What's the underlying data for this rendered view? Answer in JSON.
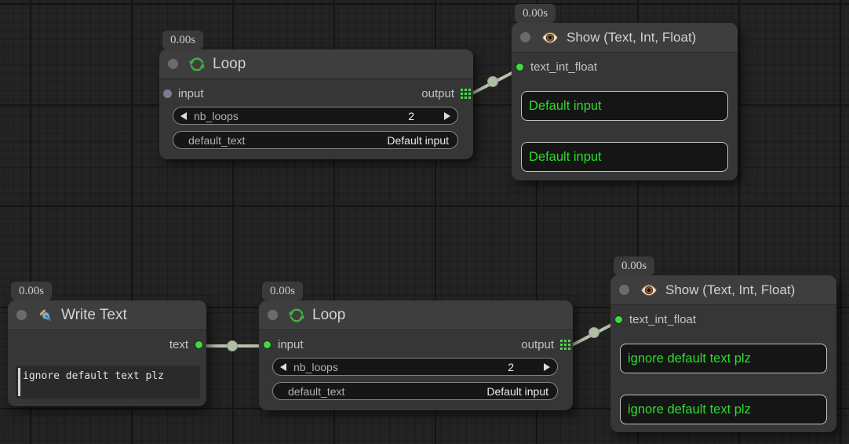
{
  "colors": {
    "canvas_bg": "#232323",
    "node_bg": "#363636",
    "header_bg": "#3e3e3e",
    "link": "#b7c3ae",
    "slot_connected": "#41d941",
    "slot_unconnected": "#7b7b8f",
    "display_text_green": "#2bdc2b"
  },
  "nodes": {
    "loop_top": {
      "timer": "0.00s",
      "title": "Loop",
      "icon": "recycle-icon",
      "input_label": "input",
      "output_label": "output",
      "widgets": {
        "nb_loops": {
          "name": "nb_loops",
          "value": "2"
        },
        "default_text": {
          "name": "default_text",
          "value": "Default input"
        }
      }
    },
    "show_top": {
      "timer": "0.00s",
      "title": "Show (Text, Int, Float)",
      "icon": "eye-icon",
      "input_label": "text_int_float",
      "values": [
        "Default input",
        "Default input"
      ]
    },
    "write_text": {
      "timer": "0.00s",
      "title": "Write Text",
      "icon": "fountain-pen-icon",
      "output_label": "text",
      "text_value": "ignore default text plz"
    },
    "loop_bottom": {
      "timer": "0.00s",
      "title": "Loop",
      "icon": "recycle-icon",
      "input_label": "input",
      "output_label": "output",
      "widgets": {
        "nb_loops": {
          "name": "nb_loops",
          "value": "2"
        },
        "default_text": {
          "name": "default_text",
          "value": "Default input"
        }
      }
    },
    "show_bottom": {
      "timer": "0.00s",
      "title": "Show (Text, Int, Float)",
      "icon": "eye-icon",
      "input_label": "text_int_float",
      "values": [
        "ignore default text plz",
        "ignore default text plz"
      ]
    }
  },
  "links": [
    {
      "from": "loop_top.output",
      "to": "show_top.text_int_float"
    },
    {
      "from": "write_text.text",
      "to": "loop_bottom.input"
    },
    {
      "from": "loop_bottom.output",
      "to": "show_bottom.text_int_float"
    }
  ]
}
